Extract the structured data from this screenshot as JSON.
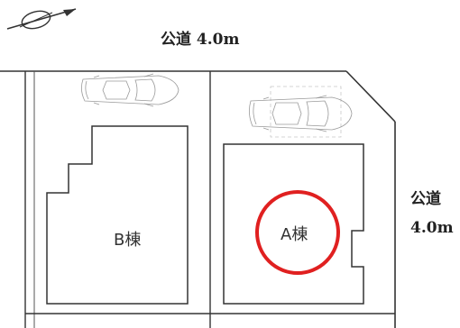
{
  "road_top": {
    "label": "公道 4.0m"
  },
  "road_right": {
    "line1": "公道",
    "line2": "4.0m"
  },
  "buildings": {
    "a": {
      "label": "A棟",
      "highlight_color": "#e02020"
    },
    "b": {
      "label": "B棟"
    }
  },
  "compass": {
    "icon": "north-arrow-icon"
  },
  "colors": {
    "line": "#333333",
    "highlight": "#e02020"
  }
}
